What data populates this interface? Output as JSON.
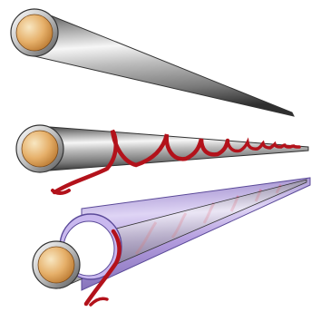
{
  "figure": {
    "elements": [
      {
        "id": "plain",
        "label": ""
      },
      {
        "id": "wrapped",
        "label": ""
      },
      {
        "id": "sleeved",
        "label": ""
      }
    ]
  },
  "colors": {
    "background": "#ffffff",
    "steel_light": "#f4f4f4",
    "steel_mid": "#b9b9b9",
    "steel_dark": "#4a4a4a",
    "copper_light": "#f3deb4",
    "copper_dark": "#c8893c",
    "heater_wire": "#b3121b",
    "sleeve_purple": "#9a7fd0",
    "sleeve_edge": "#6a55a8"
  }
}
